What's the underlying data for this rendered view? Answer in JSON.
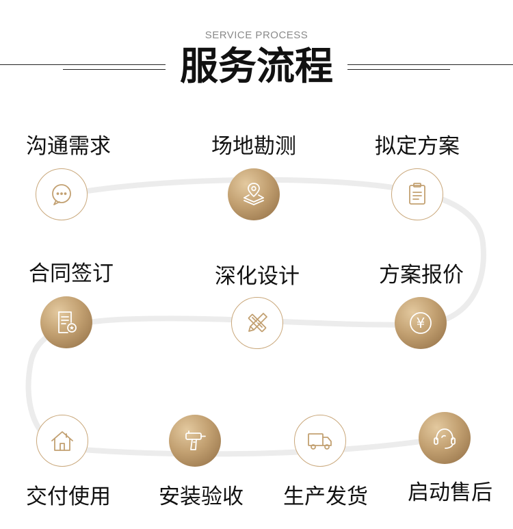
{
  "header": {
    "subtitle": "SERVICE PROCESS",
    "title": "服务流程"
  },
  "colors": {
    "gold": "#c2a071",
    "gold_dark": "#8f6c43",
    "path": "#ececec"
  },
  "steps": [
    {
      "label": "沟通需求",
      "icon": "chat-bubble-icon",
      "style": "outline"
    },
    {
      "label": "场地勘测",
      "icon": "map-layers-icon",
      "style": "filled"
    },
    {
      "label": "拟定方案",
      "icon": "clipboard-icon",
      "style": "outline"
    },
    {
      "label": "合同签订",
      "icon": "contract-document-icon",
      "style": "filled"
    },
    {
      "label": "深化设计",
      "icon": "pencil-ruler-icon",
      "style": "outline"
    },
    {
      "label": "方案报价",
      "icon": "yen-coin-icon",
      "style": "filled",
      "glyph": "¥"
    },
    {
      "label": "交付使用",
      "icon": "house-icon",
      "style": "outline"
    },
    {
      "label": "安装验收",
      "icon": "drill-icon",
      "style": "filled"
    },
    {
      "label": "生产发货",
      "icon": "delivery-truck-icon",
      "style": "outline"
    },
    {
      "label": "启动售后",
      "icon": "headset-icon",
      "style": "filled"
    }
  ]
}
